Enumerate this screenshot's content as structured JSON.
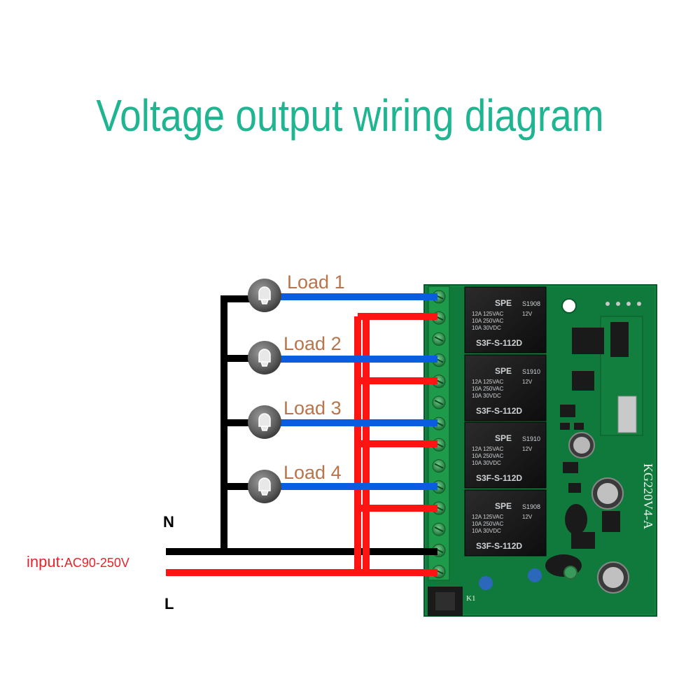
{
  "title": "Voltage output wiring diagram",
  "loads": [
    {
      "label": "Load 1",
      "icon": "lamp-icon"
    },
    {
      "label": "Load 2",
      "icon": "lamp-icon"
    },
    {
      "label": "Load 3",
      "icon": "lamp-icon"
    },
    {
      "label": "Load 4",
      "icon": "lamp-icon"
    }
  ],
  "neutral_label": "N",
  "live_label": "L",
  "input": {
    "prefix": "input:",
    "value": "AC90-250V"
  },
  "relays": [
    {
      "brand": "SPE",
      "code": "S1908",
      "ratings": [
        "12A 125VAC",
        "10A 250VAC",
        "10A 30VDC"
      ],
      "coil": "12V",
      "model": "S3F-S-112D"
    },
    {
      "brand": "SPE",
      "code": "S1910",
      "ratings": [
        "12A 125VAC",
        "10A 250VAC",
        "10A 30VDC"
      ],
      "coil": "12V",
      "model": "S3F-S-112D"
    },
    {
      "brand": "SPE",
      "code": "S1910",
      "ratings": [
        "12A 125VAC",
        "10A 250VAC",
        "10A 30VDC"
      ],
      "coil": "12V",
      "model": "S3F-S-112D"
    },
    {
      "brand": "SPE",
      "code": "S1908",
      "ratings": [
        "12A 125VAC",
        "10A 250VAC",
        "10A 30VDC"
      ],
      "coil": "12V",
      "model": "S3F-S-112D"
    }
  ],
  "board": {
    "model": "KG220V4-A",
    "button_label": "K1"
  },
  "colors": {
    "title": "#1fb591",
    "neutral_wire": "#000000",
    "live_wire": "#ff0000",
    "load_wire": "#0a5ce0",
    "pcb": "#0f7a3c",
    "terminal": "#1d9a4a",
    "load_label": "#b9744a",
    "input_label": "#e3242b"
  }
}
